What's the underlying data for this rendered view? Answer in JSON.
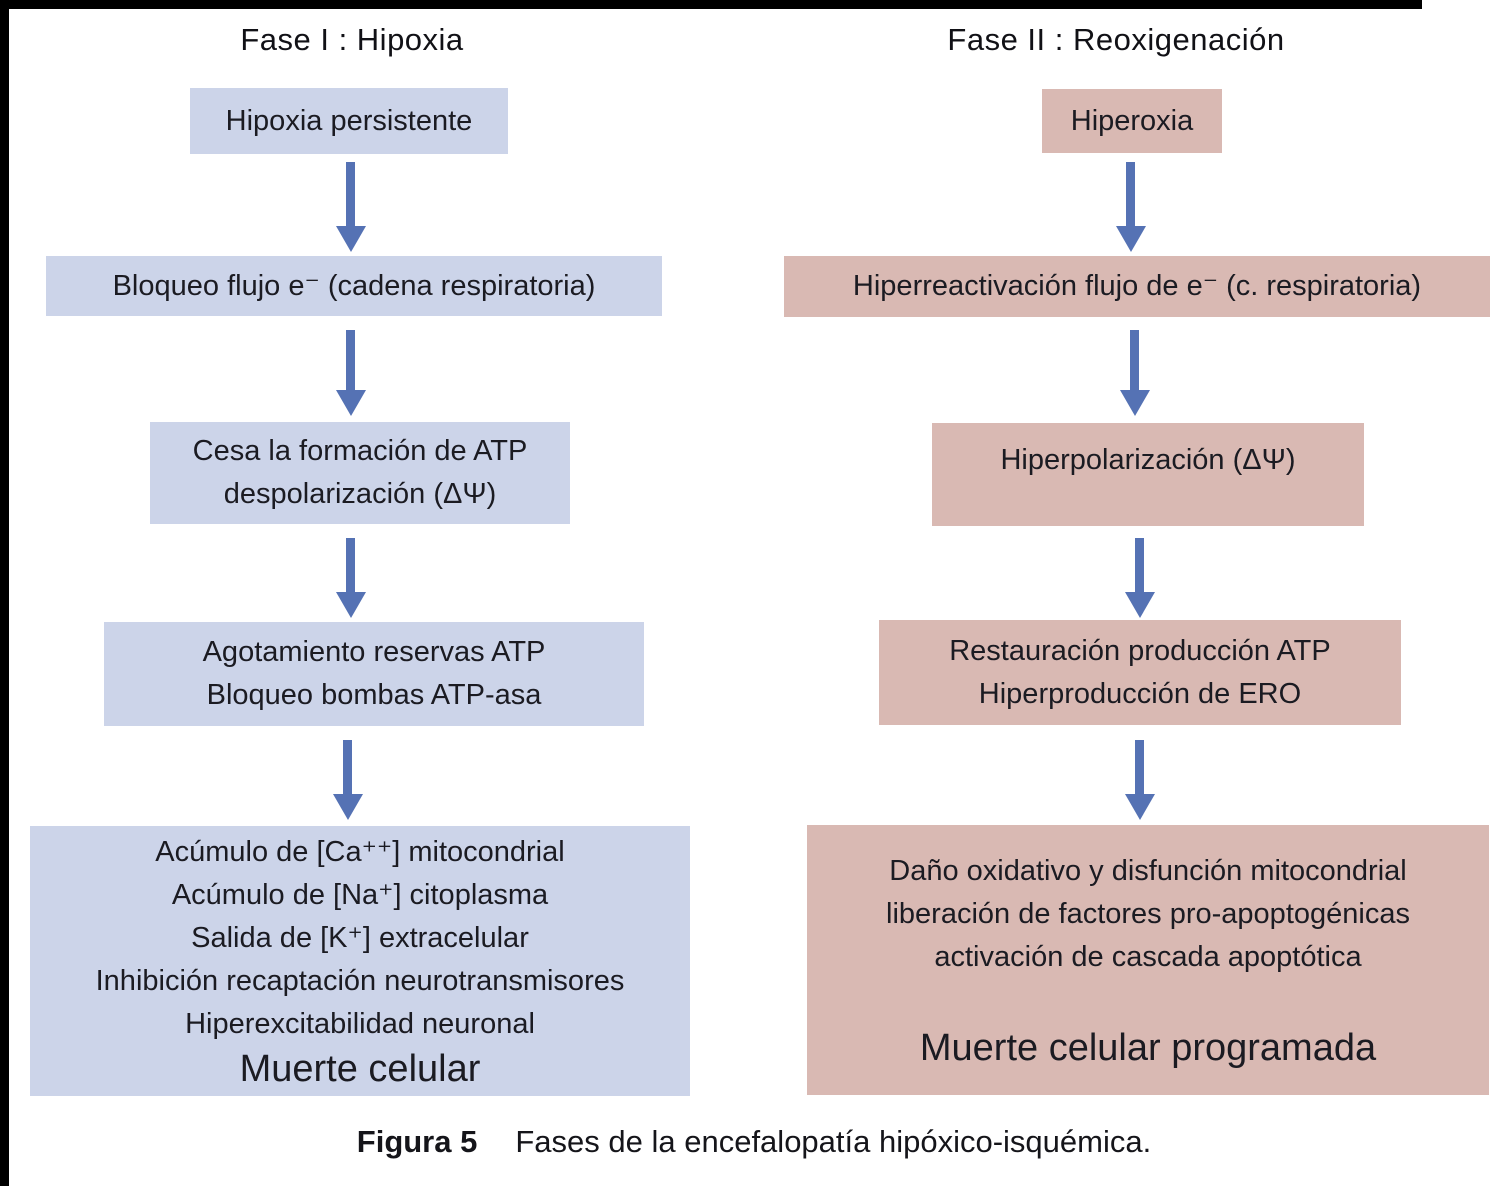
{
  "colors": {
    "blue_box_color": "#ccd4e9",
    "pink_box_color": "#d9b9b3",
    "arrow_color": "#5572b4",
    "text_color": "#1b1b22",
    "border_color": "#000000",
    "background_color": "#ffffff"
  },
  "left_column": {
    "title": "Fase I : Hipoxia",
    "boxes": [
      {
        "lines": [
          "Hipoxia persistente"
        ]
      },
      {
        "lines": [
          "Bloqueo flujo e⁻ (cadena respiratoria)"
        ]
      },
      {
        "lines": [
          "Cesa la formación de ATP",
          "despolarización (ΔΨ)"
        ]
      },
      {
        "lines": [
          "Agotamiento reservas ATP",
          "Bloqueo bombas ATP-asa"
        ]
      },
      {
        "lines": [
          "Acúmulo de [Ca⁺⁺] mitocondrial",
          "Acúmulo de [Na⁺] citoplasma",
          "Salida de [K⁺] extracelular",
          "Inhibición recaptación neurotransmisores",
          "Hiperexcitabilidad neuronal"
        ],
        "final": "Muerte celular"
      }
    ]
  },
  "right_column": {
    "title": "Fase II : Reoxigenación",
    "boxes": [
      {
        "lines": [
          "Hiperoxia"
        ]
      },
      {
        "lines": [
          "Hiperreactivación flujo de e⁻ (c. respiratoria)"
        ]
      },
      {
        "lines": [
          "Hiperpolarización (ΔΨ)"
        ]
      },
      {
        "lines": [
          "Restauración producción ATP",
          "Hiperproducción de ERO"
        ]
      },
      {
        "lines": [
          "Daño oxidativo y disfunción mitocondrial",
          "liberación de factores pro-apoptogénicas",
          "activación de cascada apoptótica"
        ],
        "final": "Muerte celular programada"
      }
    ]
  },
  "caption": {
    "label": "Figura 5",
    "text": "Fases de la encefalopatía hipóxico-isquémica."
  }
}
